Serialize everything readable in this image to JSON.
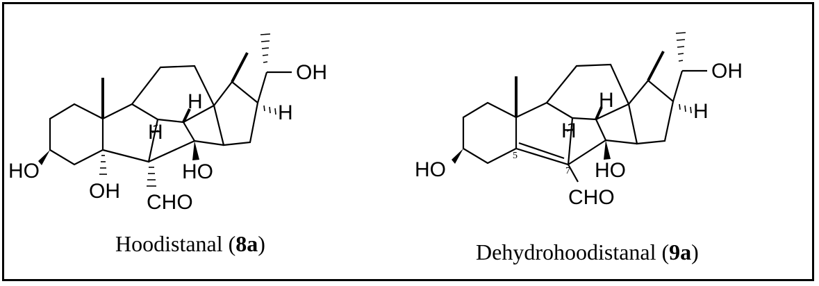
{
  "compound_1": {
    "name": "Hoodistanal",
    "id": "8a",
    "labels": {
      "oh_side": "OH",
      "ho_c3": "HO",
      "oh_c5": "OH",
      "cho": "CHO",
      "ho_c14": "HO",
      "h_c8": "H",
      "h_c9": "H",
      "h_c17": "H"
    }
  },
  "compound_2": {
    "name": "Dehydrohoodistanal",
    "id": "9a",
    "labels": {
      "oh_side": "OH",
      "ho_c3": "HO",
      "cho": "CHO",
      "ho_c14": "HO",
      "h_c8": "H",
      "h_c9": "H",
      "h_c17": "H",
      "locant_5": "5",
      "locant_7": "7"
    }
  }
}
